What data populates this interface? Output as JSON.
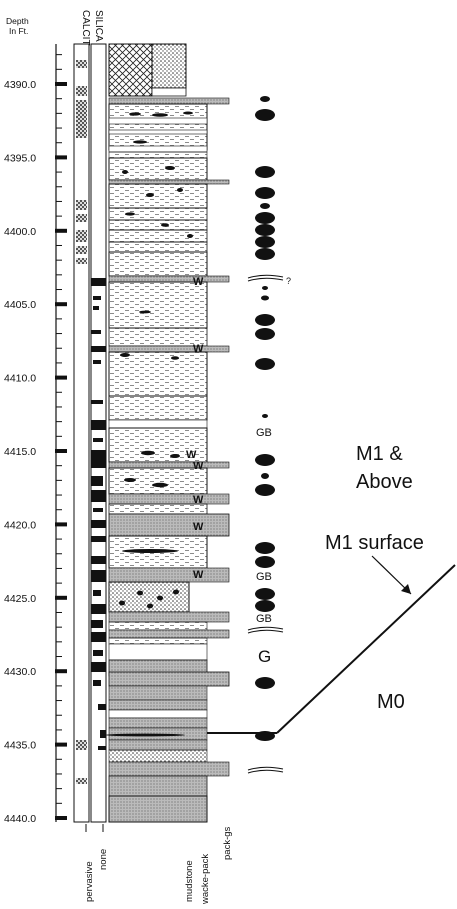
{
  "depth_header": {
    "line1": "Depth",
    "line2": "In Ft."
  },
  "column_headers": {
    "calcite": "CALCIT",
    "silica": "SILICA"
  },
  "depth_ticks": [
    "4390.0",
    "4395.0",
    "4400.0",
    "4405.0",
    "4410.0",
    "4415.0",
    "4420.0",
    "4425.0",
    "4430.0",
    "4435.0",
    "4440.0"
  ],
  "grain_marks": [
    "W",
    "W",
    "W",
    "W",
    "W",
    "W",
    "W"
  ],
  "fabric_labels": [
    "GB",
    "GB",
    "GB",
    "G"
  ],
  "question_mark": "?",
  "zones": {
    "upper": {
      "line1": "M1 &",
      "line2": "Above"
    },
    "surface": "M1 surface",
    "lower": "M0"
  },
  "bottom_labels": {
    "pervasive": "pervasive",
    "none": "none",
    "mudstone": "mudstone",
    "wacke_pack": "wacke-pack",
    "pack_gs": "pack-gs"
  },
  "colors": {
    "ink": "#111111",
    "stipple": "#999999",
    "paper": "#ffffff"
  }
}
